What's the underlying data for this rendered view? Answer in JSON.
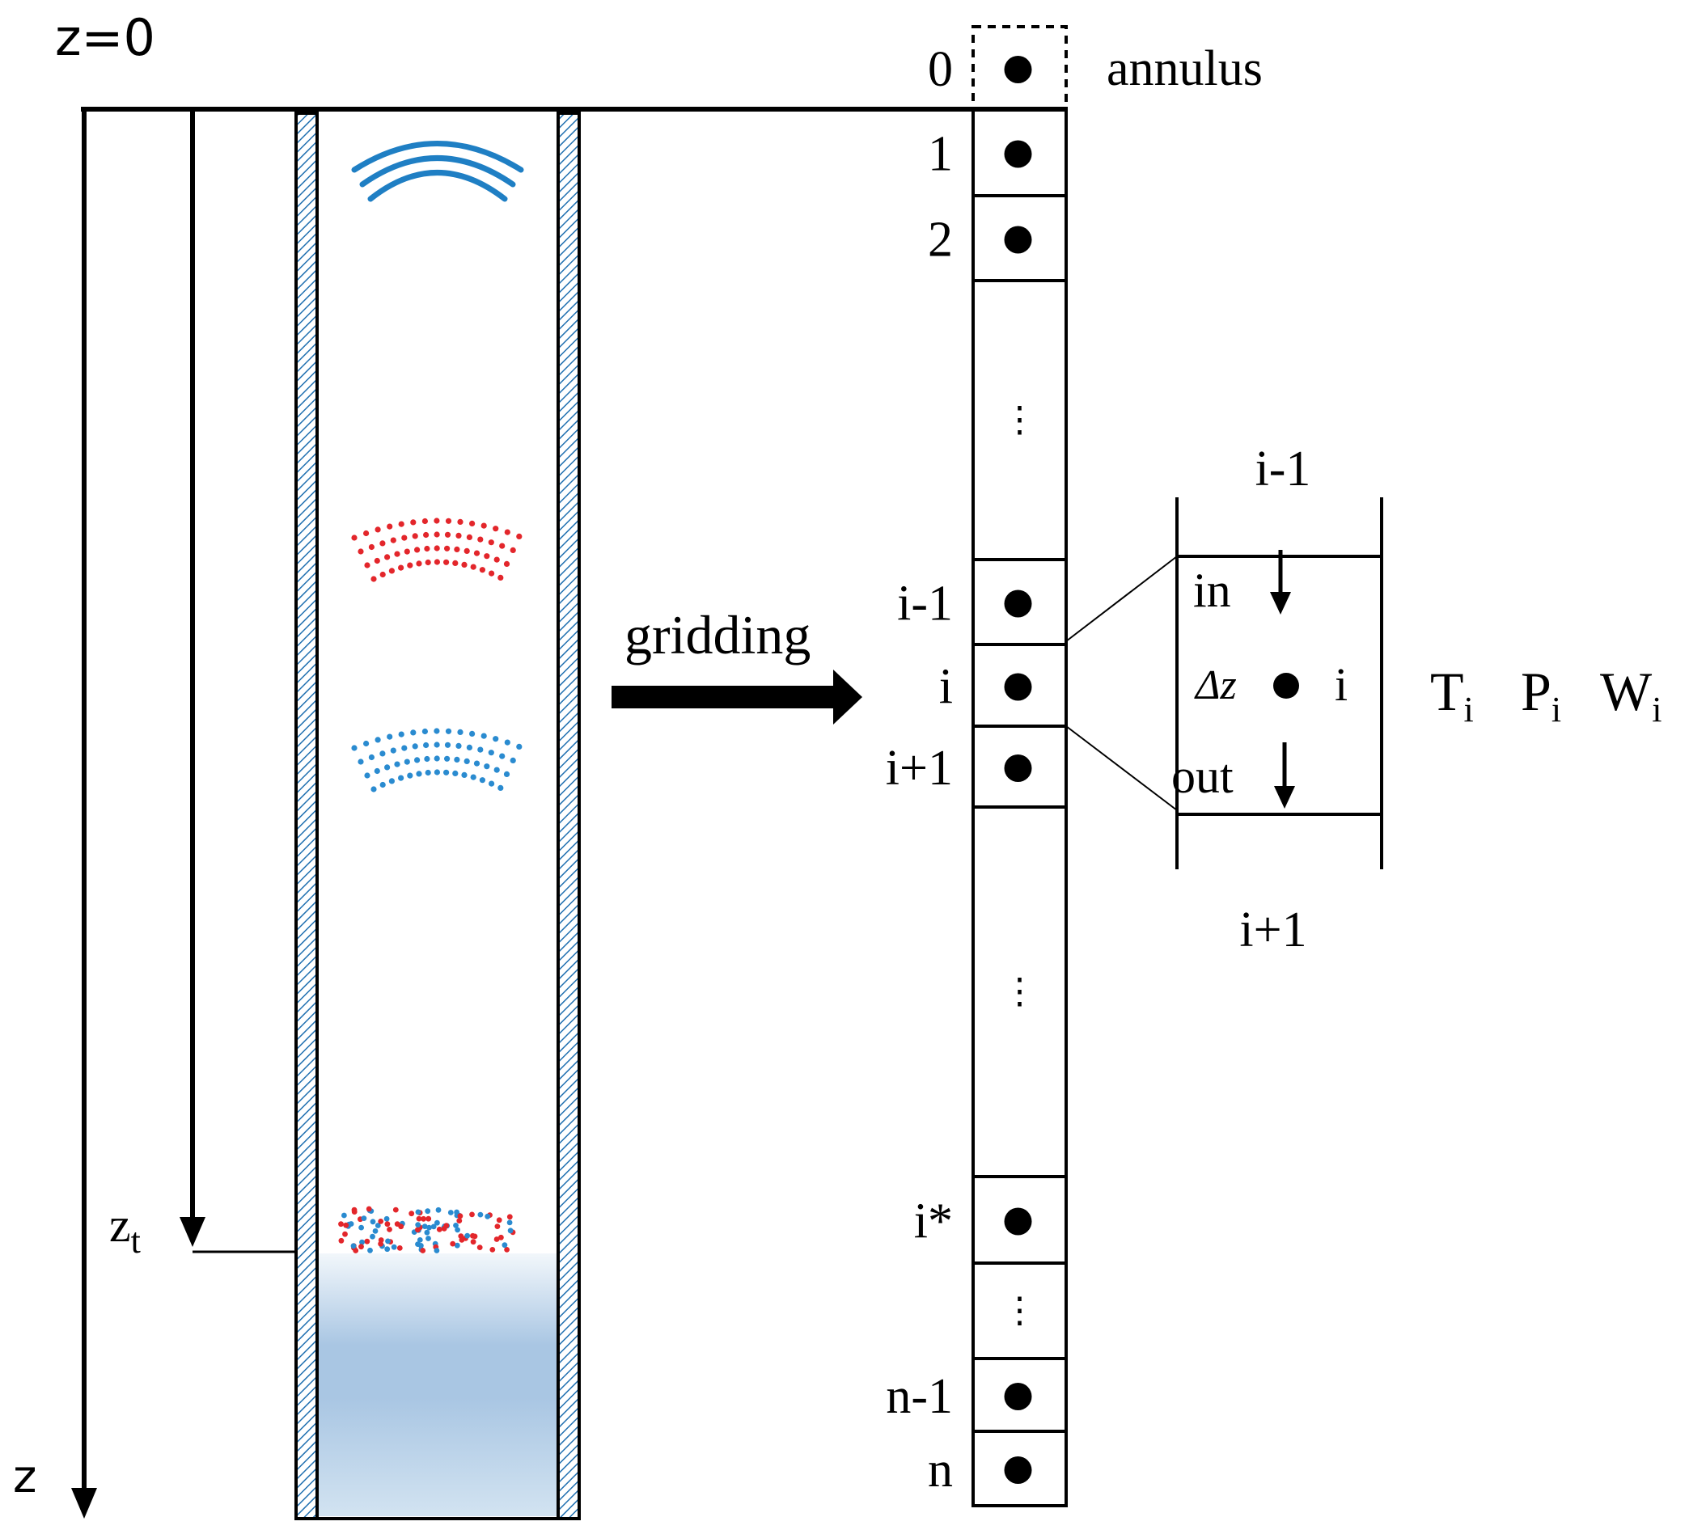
{
  "labels": {
    "z_origin": "z=0",
    "z_axis": "z",
    "z_t_main": "z",
    "z_t_sub": "t",
    "gridding": "gridding",
    "annulus": "annulus"
  },
  "grid_cells": [
    {
      "label": "0",
      "dashed": true
    },
    {
      "label": "1"
    },
    {
      "label": "2"
    },
    {
      "label": "⋮",
      "ellipsis": true
    },
    {
      "label": "i-1"
    },
    {
      "label": "i"
    },
    {
      "label": "i+1"
    },
    {
      "label": "⋮",
      "ellipsis": true
    },
    {
      "label": "i*"
    },
    {
      "label": "⋮",
      "ellipsis": true
    },
    {
      "label": "n-1"
    },
    {
      "label": "n"
    }
  ],
  "detail": {
    "top_label": "i-1",
    "bottom_label": "i+1",
    "in_label": "in",
    "out_label": "out",
    "dz_label": "Δz",
    "node_label": "i",
    "variables": [
      {
        "main": "T",
        "sub": "i"
      },
      {
        "main": "P",
        "sub": "i"
      },
      {
        "main": "W",
        "sub": "i"
      }
    ]
  },
  "colors": {
    "ink": "#000000",
    "wave_blue": "#1f7fc4",
    "dot_red": "#e3262b",
    "dot_blue": "#2a8bd0",
    "liquid_top": "#f2f7fb",
    "liquid_mid": "#a9c6e3",
    "liquid_bottom": "#d2e3f1"
  }
}
